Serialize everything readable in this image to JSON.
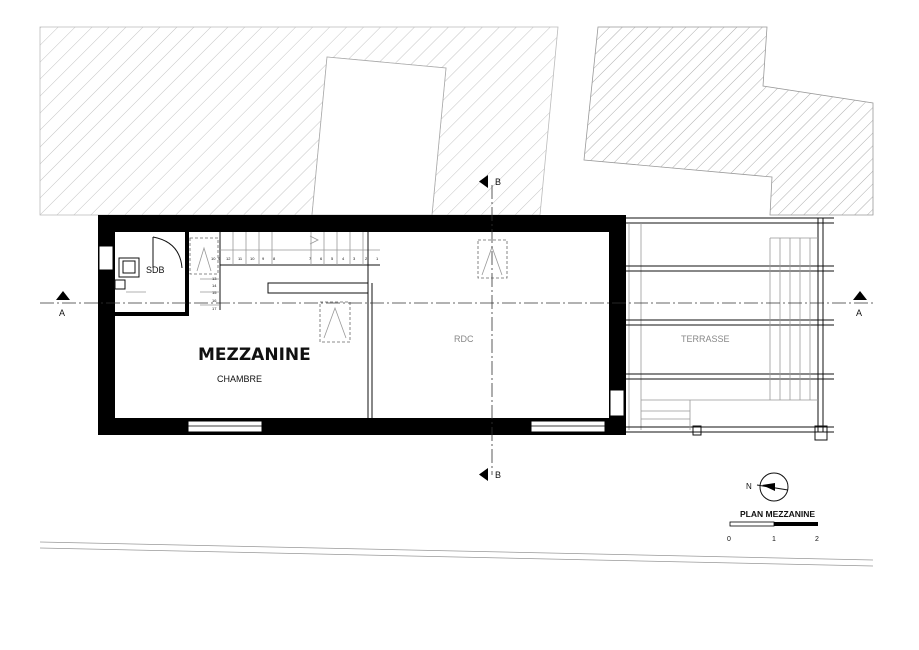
{
  "labels": {
    "mezzanine": "MEZZANINE",
    "chambre": "CHAMBRE",
    "sdb": "SDB",
    "rdc": "RDC",
    "terrasse": "TERRASSE",
    "section_a": "A",
    "section_b": "B",
    "plan_title": "PLAN MEZZANINE",
    "north": "N"
  },
  "scale_bar": {
    "ticks": [
      "0",
      "1",
      "2"
    ]
  },
  "stair_numbers": {
    "upper_left": [
      "10",
      "9",
      "12",
      "11",
      "10",
      "9",
      "8"
    ],
    "upper_right": [
      "7",
      "6",
      "5",
      "4",
      "3",
      "2",
      "1"
    ],
    "side": [
      "13",
      "14",
      "15",
      "16",
      "17"
    ]
  }
}
